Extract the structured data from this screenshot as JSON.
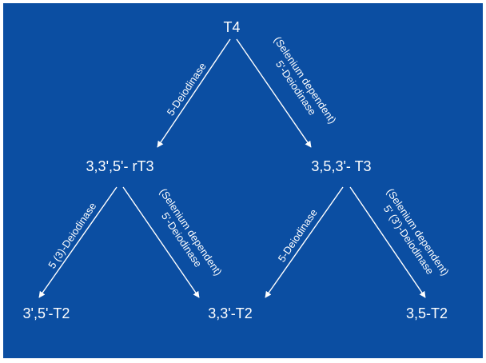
{
  "nodes": {
    "t4": "T4",
    "rt3": "3,3',5'- rT3",
    "t3": "3,5,3'- T3",
    "t2_355": "3',5'-T2",
    "t2_33": "3,3'-T2",
    "t2_35": "3,5-T2"
  },
  "enzymes": {
    "t4_rt3": [
      "5-Deiodinase"
    ],
    "t4_t3": [
      "(Selenium dependent)",
      "5'-Deiodinase"
    ],
    "rt3_t2a": [
      "5 (3)-Deiodinase"
    ],
    "rt3_t2b": [
      "(Selenium dependent)",
      "5'-Deiodinase"
    ],
    "t3_t2b": [
      "5-Deiodinase"
    ],
    "t3_t2c": [
      "(Selenium dependent)",
      "5' (3')-Deiodinase"
    ]
  },
  "colors": {
    "background": "#0b4ea2",
    "foreground": "#ffffff"
  }
}
